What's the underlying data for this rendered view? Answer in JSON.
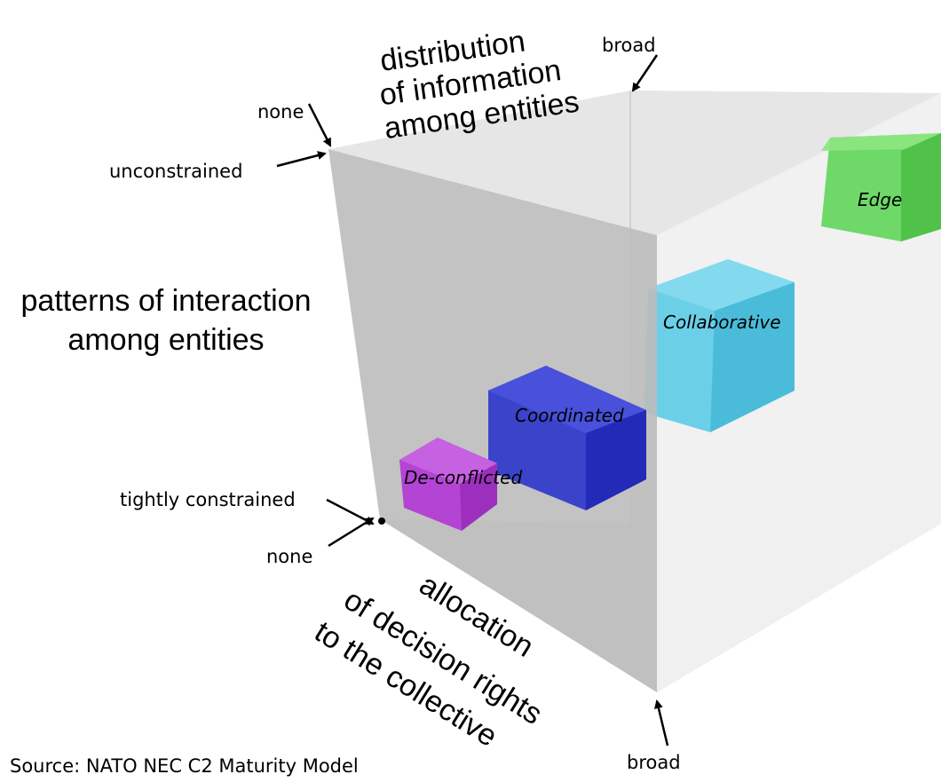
{
  "axes": {
    "information": {
      "title_lines": [
        "distribution",
        "of information",
        "among entities"
      ],
      "low": "none",
      "high": "broad"
    },
    "interaction": {
      "title_lines": [
        "patterns of interaction",
        "among entities"
      ],
      "high": "unconstrained",
      "low": "tightly constrained"
    },
    "decision_rights": {
      "title_lines": [
        "allocation",
        "of decision rights",
        "to the collective"
      ],
      "low": "none",
      "high": "broad"
    }
  },
  "maturity_levels": [
    {
      "label": "De-conflicted",
      "color": "#b23ad6"
    },
    {
      "label": "Coordinated",
      "color": "#2e35cc"
    },
    {
      "label": "Collaborative",
      "color": "#55c9e6"
    },
    {
      "label": "Edge",
      "color": "#5fd65a"
    }
  ],
  "source": "Source: NATO NEC C2 Maturity Model"
}
